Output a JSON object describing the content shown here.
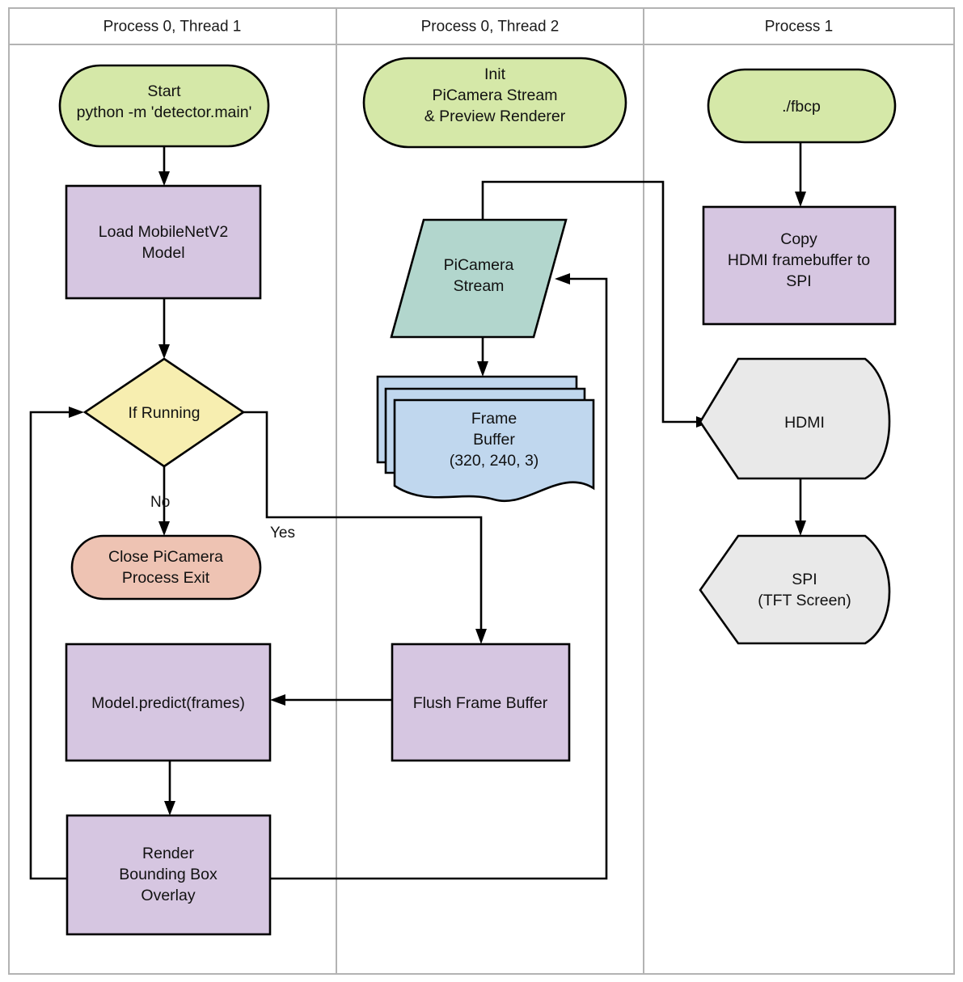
{
  "diagram": {
    "title": "Raspberry Pi object detection pipeline flowchart",
    "background": "#ffffff",
    "lane_border_color": "#b3b3b3",
    "node_border_color": "#000000",
    "palette": {
      "terminator_green": "#d5e8a8",
      "process_purple": "#d6c6e1",
      "decision_yellow": "#f7eeb0",
      "terminator_salmon": "#eec3b3",
      "data_teal": "#b2d6cd",
      "storage_blue": "#c0d7ee",
      "io_grey": "#e9e9e9"
    }
  },
  "lanes": [
    {
      "id": "lane-1",
      "label": "Process 0, Thread 1"
    },
    {
      "id": "lane-2",
      "label": "Process 0, Thread 2"
    },
    {
      "id": "lane-3",
      "label": "Process 1"
    }
  ],
  "nodes": {
    "start": {
      "shape": "terminator",
      "lines": [
        "Start",
        "python -m 'detector.main'"
      ]
    },
    "load_model": {
      "shape": "process",
      "lines": [
        "Load MobileNetV2",
        "Model"
      ]
    },
    "if_running": {
      "shape": "decision",
      "lines": [
        "If Running"
      ]
    },
    "close_picamera": {
      "shape": "terminator",
      "lines": [
        "Close PiCamera",
        "Process Exit"
      ]
    },
    "model_predict": {
      "shape": "process",
      "lines": [
        "Model.predict(frames)"
      ]
    },
    "render_overlay": {
      "shape": "process",
      "lines": [
        "Render",
        "Bounding Box",
        "Overlay"
      ]
    },
    "init_stream": {
      "shape": "terminator",
      "lines": [
        "Init",
        "PiCamera Stream",
        "& Preview Renderer"
      ]
    },
    "picamera_stream": {
      "shape": "data-parallelogram",
      "lines": [
        "PiCamera",
        "Stream"
      ]
    },
    "frame_buffer": {
      "shape": "multi-document",
      "lines": [
        "Frame",
        "Buffer",
        "(320, 240, 3)"
      ]
    },
    "flush_buffer": {
      "shape": "process",
      "lines": [
        "Flush Frame Buffer"
      ]
    },
    "fbcp": {
      "shape": "terminator",
      "lines": [
        "./fbcp"
      ]
    },
    "copy_fb": {
      "shape": "process",
      "lines": [
        "Copy",
        "HDMI framebuffer to",
        "SPI"
      ]
    },
    "hdmi": {
      "shape": "io-pentagon",
      "lines": [
        "HDMI"
      ]
    },
    "spi": {
      "shape": "io-pentagon",
      "lines": [
        "SPI",
        "(TFT Screen)"
      ]
    }
  },
  "edge_labels": {
    "decision_no": "No",
    "decision_yes": "Yes"
  }
}
